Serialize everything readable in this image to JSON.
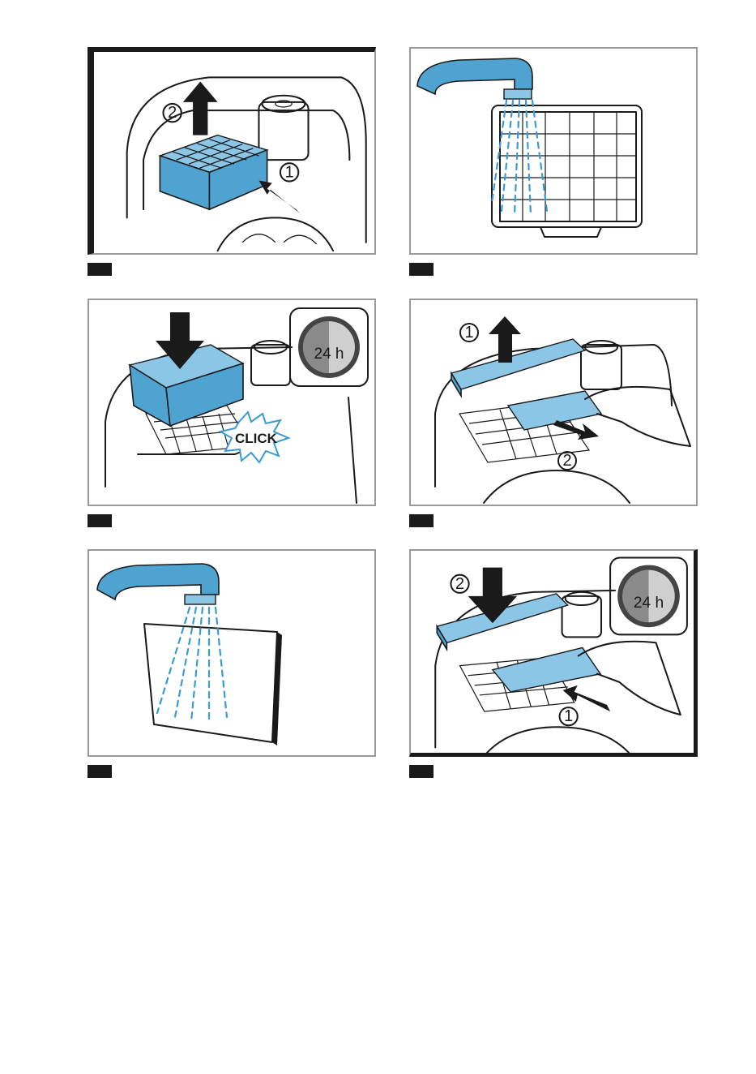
{
  "figures": [
    {
      "id": "filter-remove",
      "steps": [
        "1",
        "2"
      ]
    },
    {
      "id": "filter-rinse"
    },
    {
      "id": "filter-insert",
      "badge": "24 h",
      "click_label": "CLICK"
    },
    {
      "id": "motor-filter-remove",
      "steps": [
        "1",
        "2"
      ]
    },
    {
      "id": "motor-filter-rinse"
    },
    {
      "id": "motor-filter-insert",
      "steps": [
        "1",
        "2"
      ],
      "badge": "24 h"
    }
  ],
  "colors": {
    "accent_blue": "#4fa3d1",
    "light_blue": "#8cc6e6",
    "water": "#3a9ad3",
    "ink": "#1a1a1a",
    "frame": "#9a9a9a"
  }
}
